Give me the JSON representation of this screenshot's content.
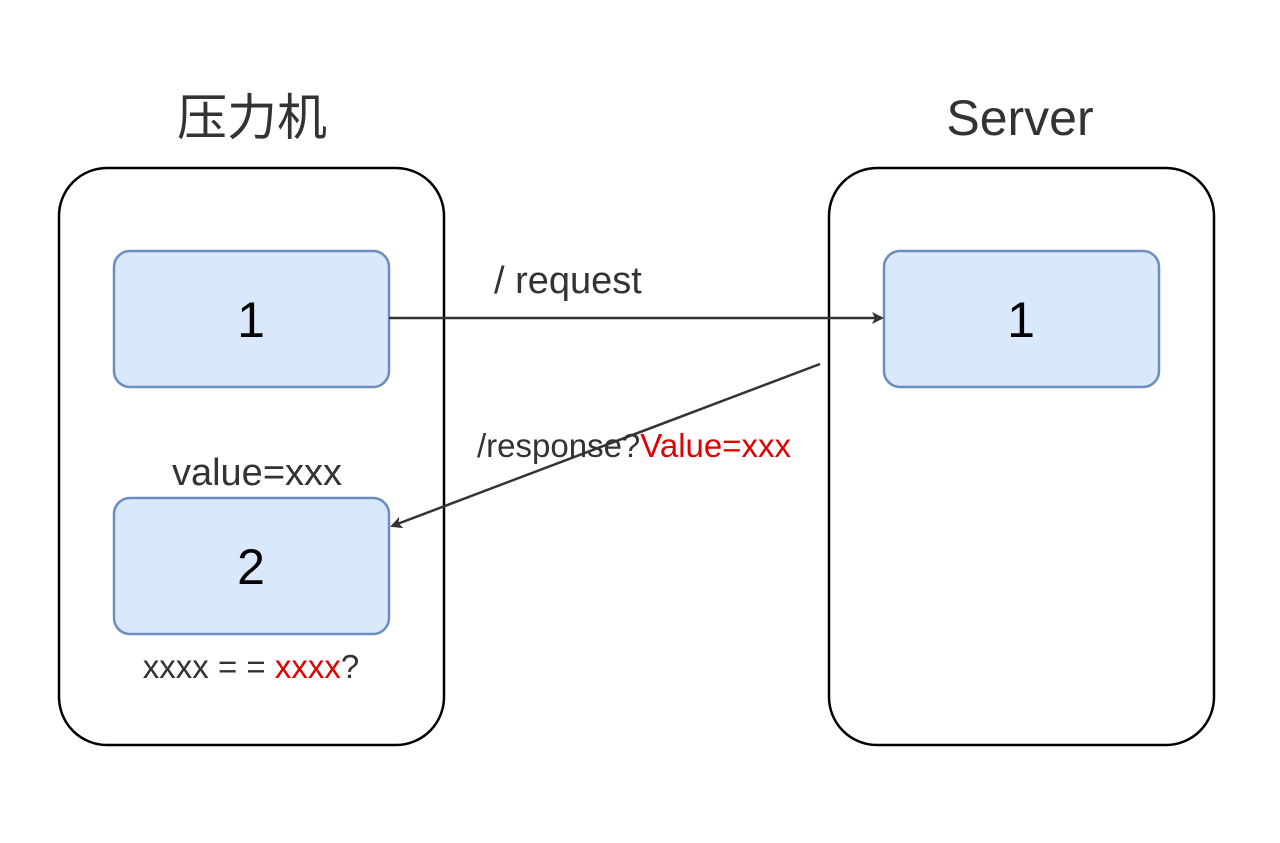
{
  "client": {
    "title": "压力机",
    "step_1": "1",
    "step_2": "2",
    "value_label": "value=xxx",
    "check_prefix": "xxxx = = ",
    "check_highlight": "xxxx",
    "check_suffix": "?"
  },
  "server": {
    "title": "Server",
    "step_1": "1"
  },
  "edges": {
    "request_label": "/ request",
    "response_prefix": "/response?",
    "response_highlight": "Value=xxx"
  },
  "colors": {
    "highlight": "#e00000",
    "box_fill": "#dae8fc",
    "box_stroke": "#6c8ebf"
  }
}
